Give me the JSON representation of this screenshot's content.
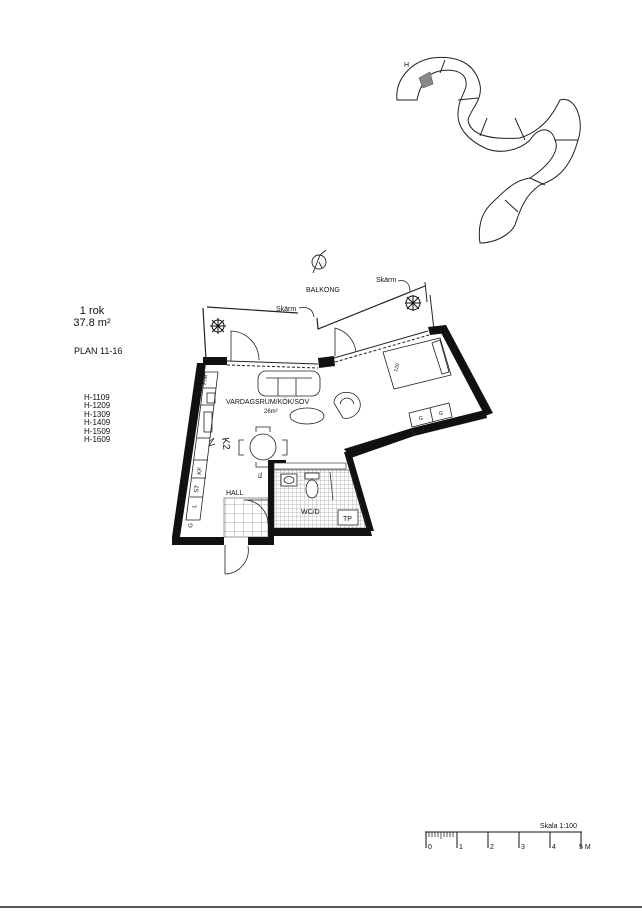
{
  "unit": {
    "type": "1 rok",
    "area": "37.8 m²",
    "floors": "PLAN 11-16",
    "apartments": [
      "H-1109",
      "H-1209",
      "H-1309",
      "H-1409",
      "H-1509",
      "H-1609"
    ]
  },
  "rooms": {
    "balcony": "BALKONG",
    "screen_left": "Skärm",
    "screen_right": "Skärm",
    "living": "VARDAGSRUM/KÖK/SOV",
    "living_area": "26m²",
    "hall": "HALL",
    "bath": "WC/D",
    "tp": "TP",
    "kitchen_ref": "K2",
    "el": "EL",
    "bed": "120"
  },
  "cabinets": [
    "F/M",
    "KF",
    "ST",
    "L",
    "G"
  ],
  "wardrobe_labels": [
    "G",
    "G"
  ],
  "keyplan": {
    "marker": "H"
  },
  "scale": {
    "label": "Skala 1:100",
    "ticks": [
      "0",
      "1",
      "2",
      "3",
      "4",
      "5 M"
    ]
  }
}
